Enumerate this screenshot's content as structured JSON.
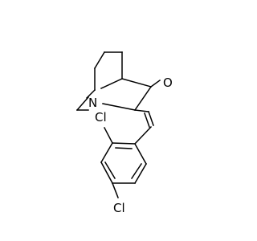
{
  "diagram": {
    "atoms": {
      "oxygen": "O",
      "nitrogen": "N",
      "chlorine_ortho": "Cl",
      "chlorine_para": "Cl"
    },
    "colors": {
      "background": "#ffffff",
      "bonds": "#000000",
      "labels": "#000000"
    }
  }
}
